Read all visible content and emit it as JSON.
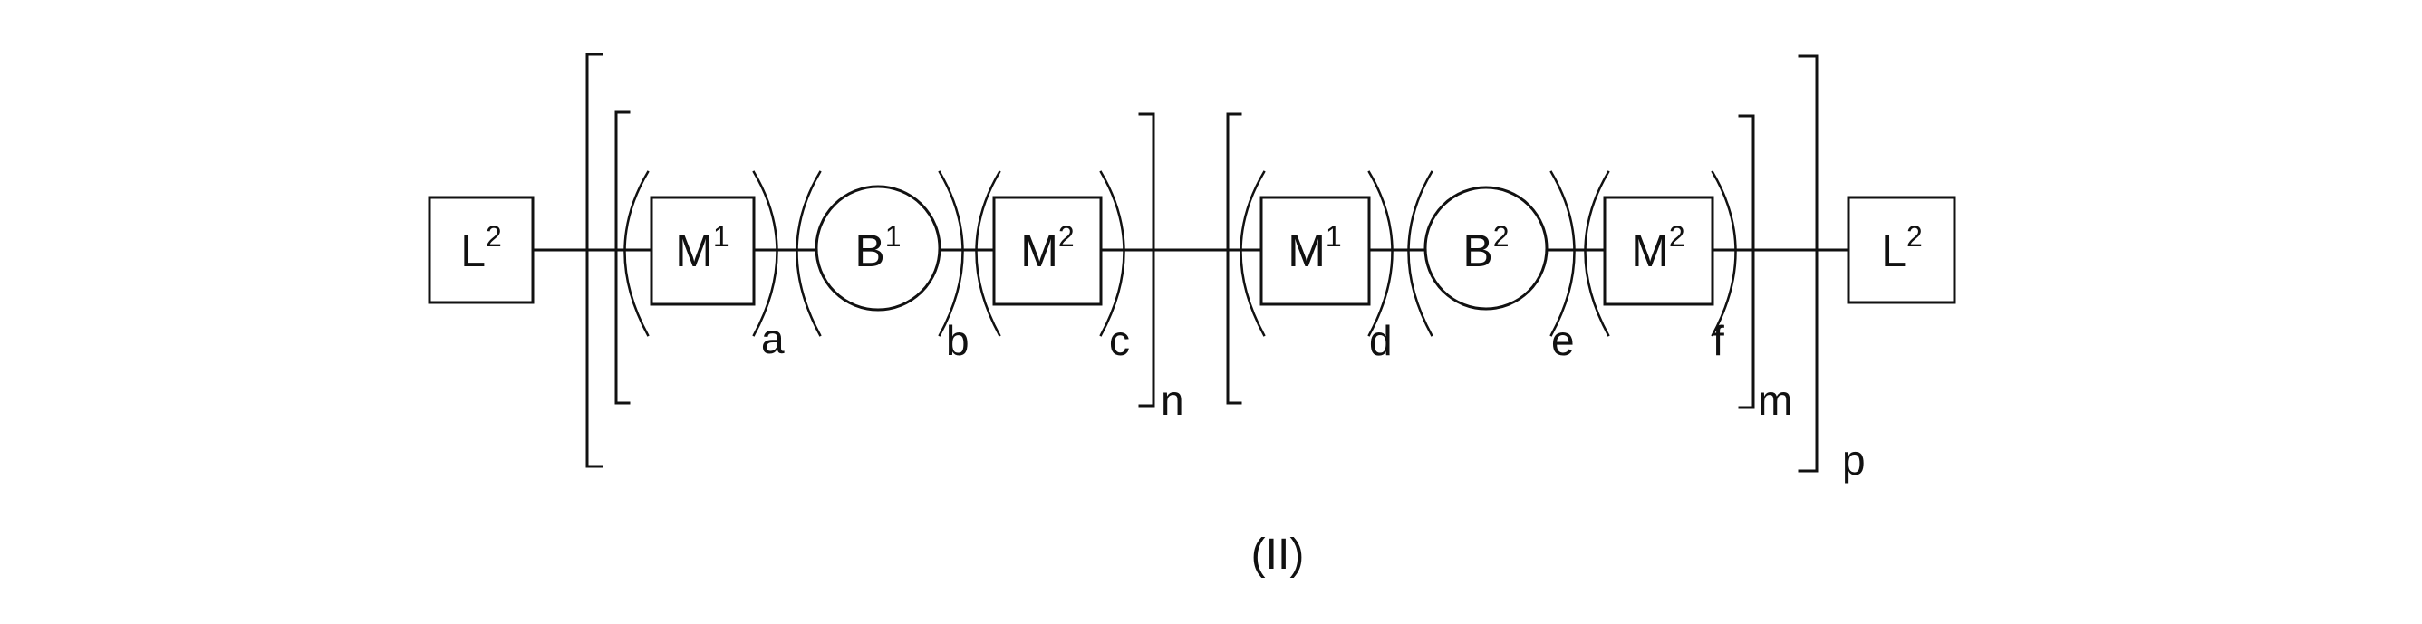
{
  "formula_number": "(II)",
  "nodes": {
    "left_end_group": {
      "base": "L",
      "sup": "2"
    },
    "unit1_first_group": {
      "base": "M",
      "sup": "1"
    },
    "unit1_core": {
      "base": "B",
      "sup": "1"
    },
    "unit1_second_group": {
      "base": "M",
      "sup": "2"
    },
    "unit2_first_group": {
      "base": "M",
      "sup": "1"
    },
    "unit2_core": {
      "base": "B",
      "sup": "2"
    },
    "unit2_second_group": {
      "base": "M",
      "sup": "2"
    },
    "right_end_group": {
      "base": "L",
      "sup": "2"
    }
  },
  "subscripts": {
    "a": "a",
    "b": "b",
    "c": "c",
    "d": "d",
    "e": "e",
    "f": "f",
    "n": "n",
    "m": "m",
    "p": "p"
  }
}
